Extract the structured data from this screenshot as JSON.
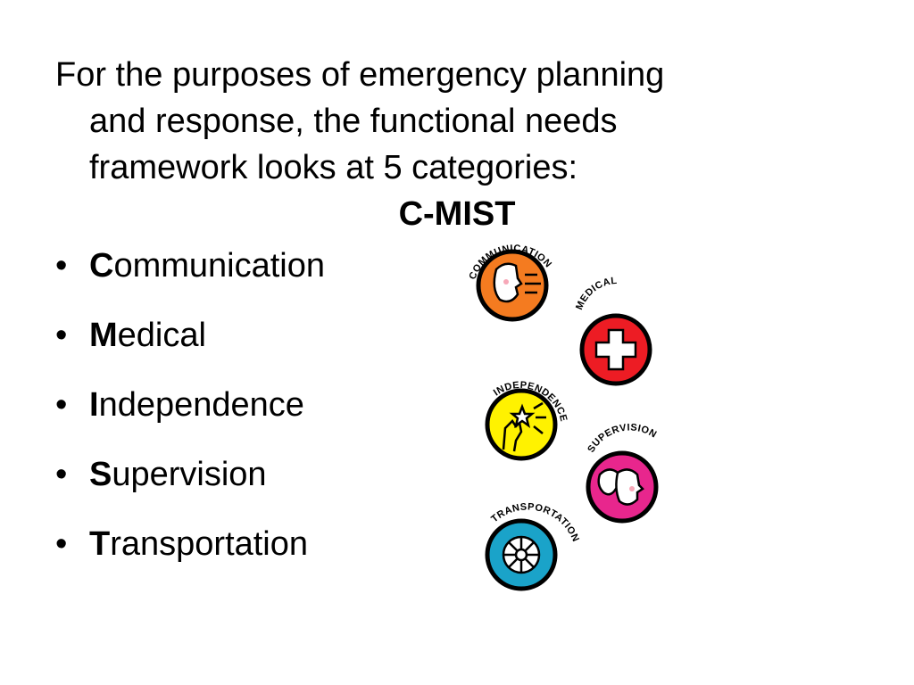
{
  "intro": {
    "line1": "For the purposes of emergency planning",
    "line2": "and response, the functional needs",
    "line3": "framework looks at 5 categories:"
  },
  "acronym": "C-MIST",
  "bullet_symbol": "•",
  "items": [
    {
      "initial": "C",
      "rest": "ommunication"
    },
    {
      "initial": "M",
      "rest": "edical"
    },
    {
      "initial": "I",
      "rest": "ndependence"
    },
    {
      "initial": "S",
      "rest": "upervision"
    },
    {
      "initial": "T",
      "rest": "ransportation"
    }
  ],
  "badges": {
    "communication": {
      "label": "COMMUNICATION",
      "color": "#f47b20",
      "icon": "face-with-speech-icon"
    },
    "medical": {
      "label": "MEDICAL",
      "color": "#ed1c24",
      "icon": "medical-cross-icon"
    },
    "independence": {
      "label": "INDEPENDENCE",
      "color": "#fff200",
      "icon": "hand-with-star-icon"
    },
    "supervision": {
      "label": "SUPERVISION",
      "color": "#e8268d",
      "icon": "two-faces-icon"
    },
    "transportation": {
      "label": "TRANSPORTATION",
      "color": "#1aa3c9",
      "icon": "wheel-icon"
    }
  }
}
